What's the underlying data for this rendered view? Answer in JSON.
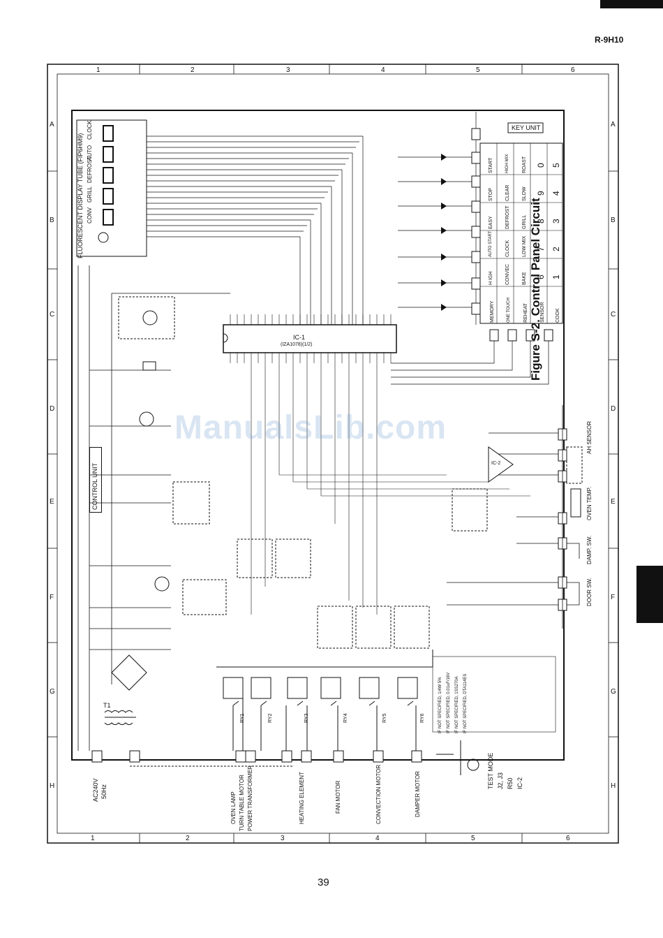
{
  "header": {
    "model": "R-9H10"
  },
  "figure": {
    "title": "Figure S-2. Control Panel Circuit"
  },
  "page": {
    "number": "39"
  },
  "grid": {
    "columns": [
      "1",
      "2",
      "3",
      "4",
      "5",
      "6"
    ],
    "rows": [
      "A",
      "B",
      "C",
      "D",
      "E",
      "F",
      "G",
      "H"
    ]
  },
  "watermark": "ManualsLib.com",
  "display": {
    "label": "FLUORESCENT DISPLAY TUBE (FIP6HM9)",
    "segments": [
      "CONV",
      "GRILL",
      "DEFROST",
      "AUTO",
      "CLOCK"
    ]
  },
  "ic": {
    "main": "IC-1",
    "sub": "(IZA1078)(1/2)",
    "aux": "IC-2"
  },
  "key_unit": {
    "title": "KEY UNIT",
    "rows": [
      [
        "START",
        "STOP",
        "EASY",
        "AUTO START",
        "H IGH"
      ],
      [
        "HIGH MIX",
        "CLEAR",
        "DEFROST",
        "CLOCK",
        "CONVEC"
      ],
      [
        "ROAST",
        "SLOW",
        "GRILL",
        "LOW MIX",
        "BAKE"
      ],
      [
        "0",
        "9",
        "8",
        "7",
        "6"
      ],
      [
        "5",
        "4",
        "3",
        "2",
        "1"
      ]
    ],
    "side_rows": [
      "MEMORY",
      "ONE TOUCH",
      "REHEAT",
      "SENSOR",
      "COOK"
    ]
  },
  "blocks": {
    "control_unit": "CONTROL UNIT",
    "ah_sensor": "AH SENSOR",
    "oven_temp": "OVEN TEMP.",
    "damper_sw": "DAMP. SW.",
    "door_sw": "DOOR SW."
  },
  "power": {
    "supply": "AC240V",
    "freq": "50Hz",
    "transformer": "T1"
  },
  "loads": [
    "OVEN LAMP",
    "TURN TABLE MOTOR",
    "POWER TRANSFORMER",
    "HEATING ELEMENT",
    "FAN MOTOR",
    "CONVECTION MOTOR",
    "DAMPER MOTOR"
  ],
  "relays": [
    "RY1",
    "RY2",
    "RY3",
    "RY4",
    "RY5",
    "RY6"
  ],
  "notes": [
    "IF NOT SPECIFIED, 1/4W 5%",
    "IF NOT SPECIFIED, 0.01uF/16V",
    "IF NOT SPECIFIED, 1SS270A",
    "IF NOT SPECIFIED, DTA114ES"
  ],
  "test_mode": {
    "label": "TEST MODE",
    "j": "J2, J3",
    "r": "R50",
    "ic": "IC-2"
  }
}
